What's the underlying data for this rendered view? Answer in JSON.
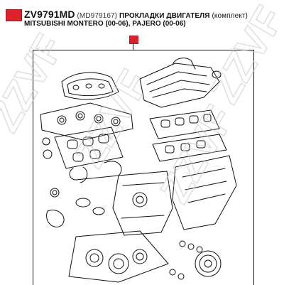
{
  "header": {
    "code": "ZV9791MD",
    "oem": "(MD979167)",
    "name": "ПРОКЛАДКИ ДВИГАТЕЛЯ",
    "kit": "(комплект)",
    "vehicles": "MITSUBISHI MONTERO (00-06), PAJERO (00-06)"
  },
  "watermark": {
    "text": "ZZVF"
  },
  "colors": {
    "brand_red": "#e0202a",
    "ink": "#111111",
    "watermark": "#c9c9c9"
  }
}
